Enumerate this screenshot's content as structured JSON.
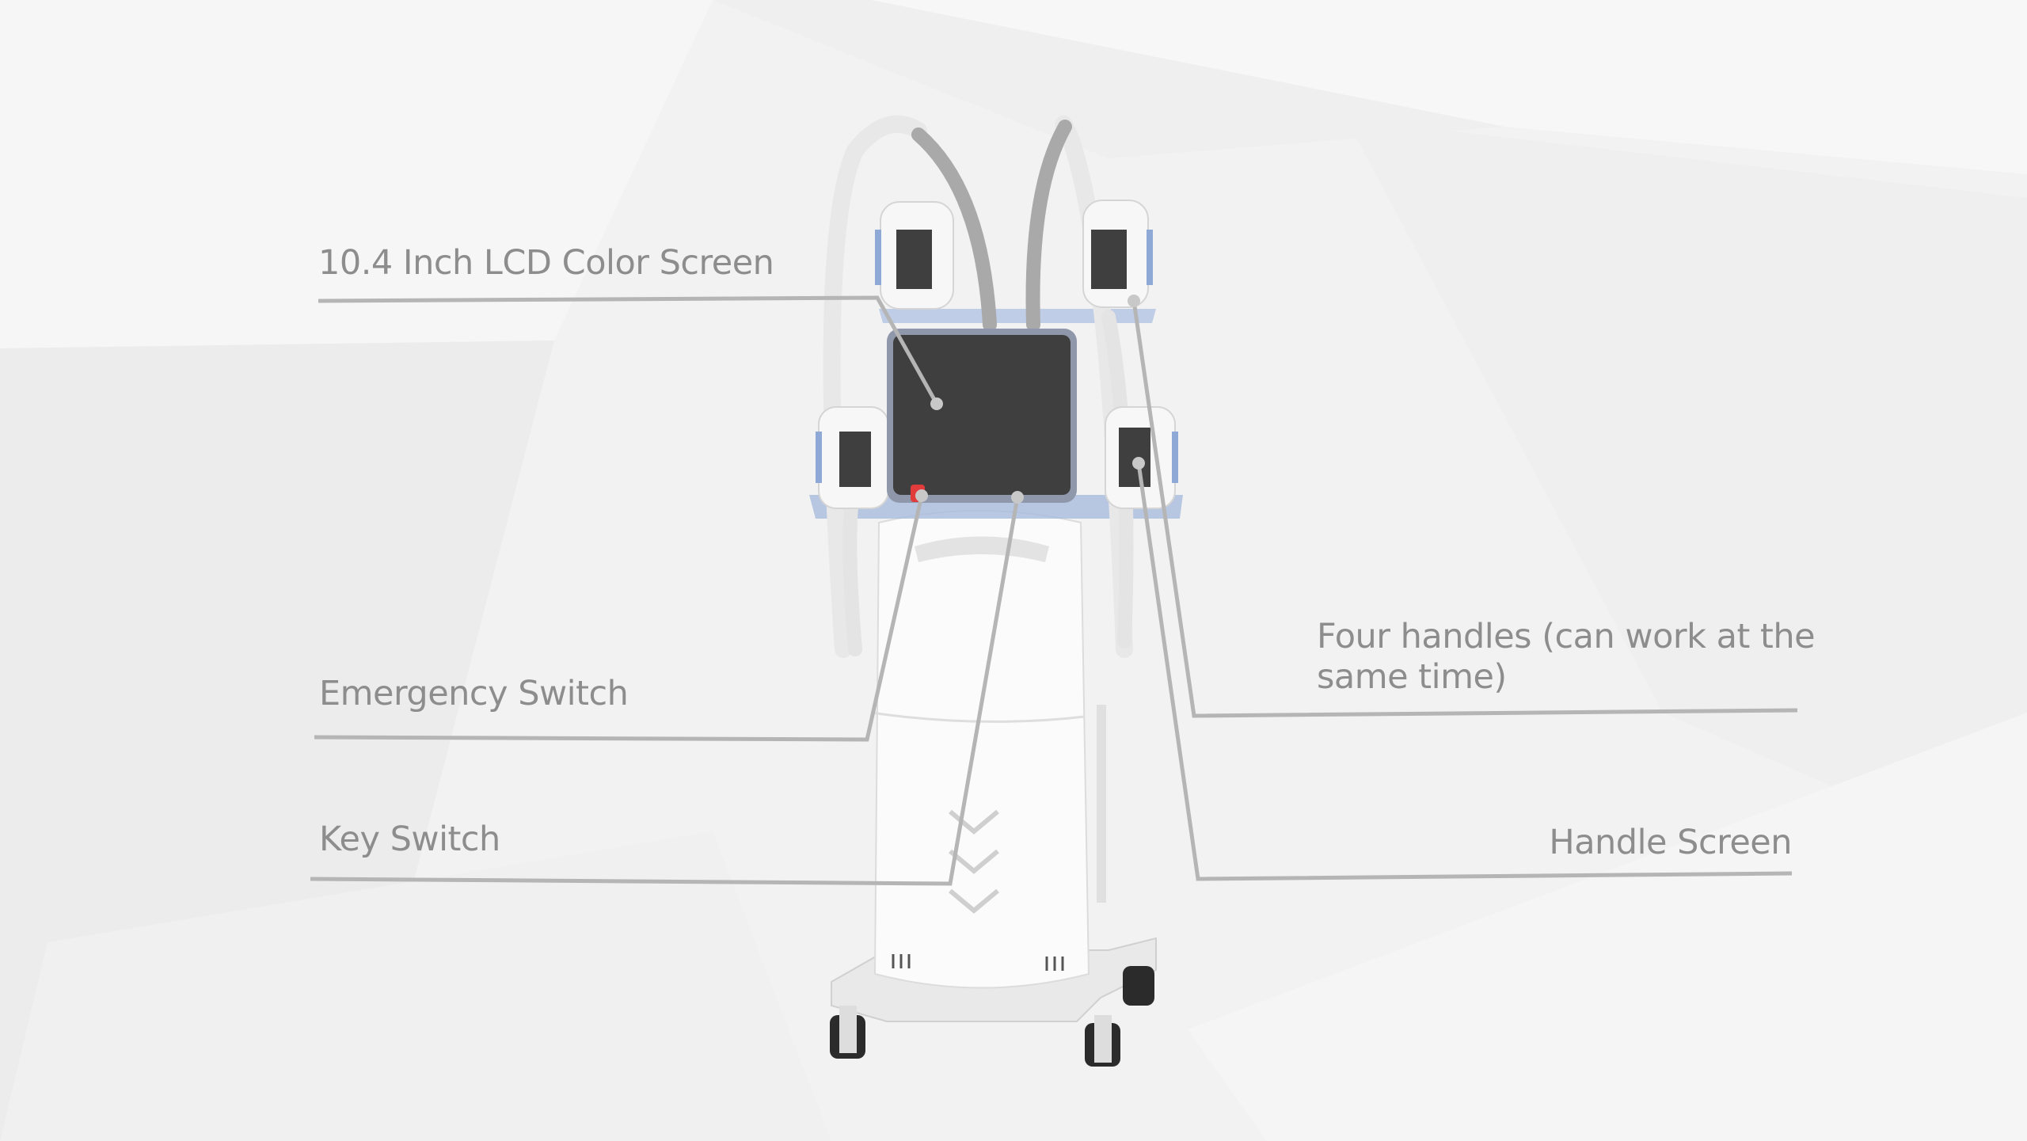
{
  "labels": {
    "lcd_screen": "10.4 Inch LCD Color Screen",
    "emergency_switch": "Emergency Switch",
    "key_switch": "Key Switch",
    "four_handles_line1": "Four handles (can work at the",
    "four_handles_line2": "same time)",
    "handle_screen": "Handle Screen"
  },
  "colors": {
    "label_text": "#8d8d8d",
    "leader_line": "#b5b5b5",
    "screen": "#3f3f3f",
    "accent_blue": "#8fa9d6",
    "emergency_red": "#e23b3b"
  }
}
